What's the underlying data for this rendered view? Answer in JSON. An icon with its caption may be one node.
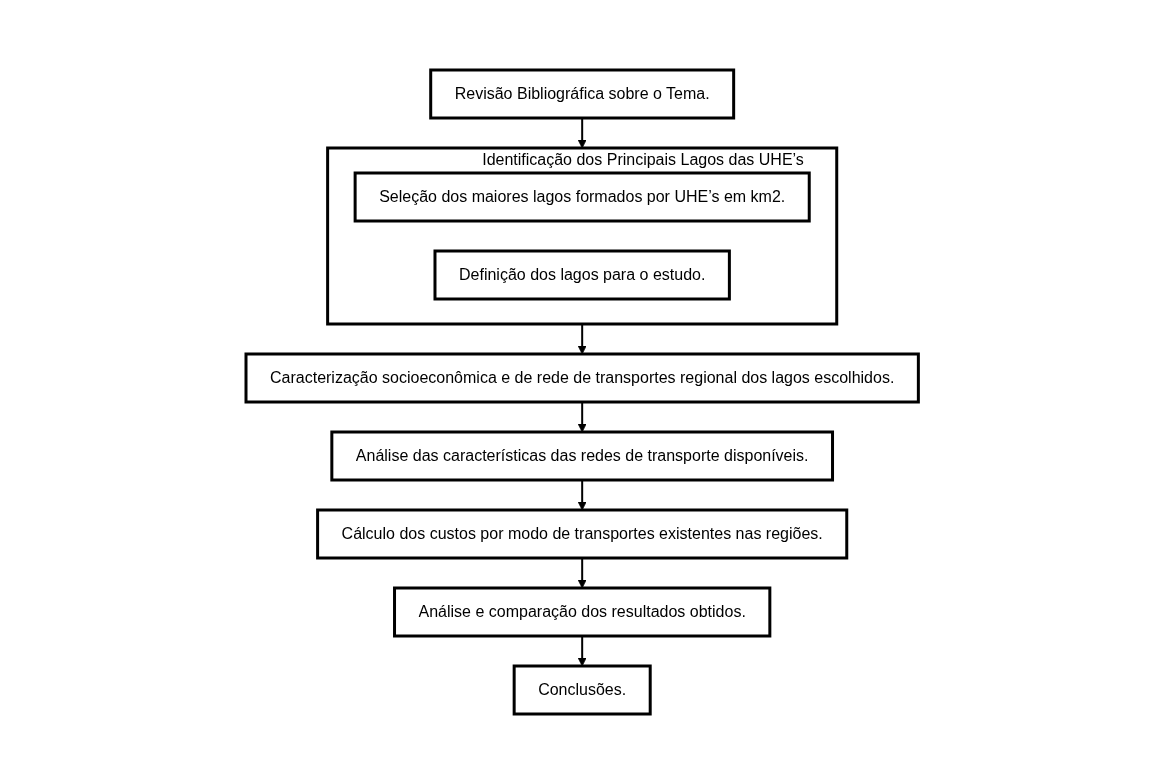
{
  "diagram": {
    "nodes": [
      {
        "text": [
          "Revisão Bibliográfica sobre o Tema."
        ]
      },
      {
        "text": [
          "Identificação dos Principais Lagos das UHE’s"
        ]
      },
      {
        "text": [
          "Seleção dos maiores lagos formados por UHE’s em km2."
        ],
        "in": 1
      },
      {
        "text": [
          "Definição dos lagos para o estudo."
        ],
        "in": 1
      },
      {
        "text": [
          "Caracterização socioeconômica e de rede de transportes regional dos lagos escolhidos."
        ]
      },
      {
        "text": [
          "Análise das características das redes de transporte disponíveis."
        ]
      },
      {
        "text": [
          "Cálculo dos custos por modo de transportes existentes nas regiões."
        ]
      },
      {
        "text": [
          "Análise e comparação dos resultados obtidos."
        ]
      },
      {
        "text": [
          "Conclusões."
        ]
      }
    ],
    "edges": [
      {
        "from": 0,
        "to": 1,
        "arrow": "to"
      },
      {
        "from": 1,
        "to": 4,
        "arrow": "to"
      },
      {
        "from": 4,
        "to": 5,
        "arrow": "to"
      },
      {
        "from": 5,
        "to": 6,
        "arrow": "to"
      },
      {
        "from": 6,
        "to": 7,
        "arrow": "to"
      },
      {
        "from": 7,
        "to": 8,
        "arrow": "to"
      }
    ]
  }
}
